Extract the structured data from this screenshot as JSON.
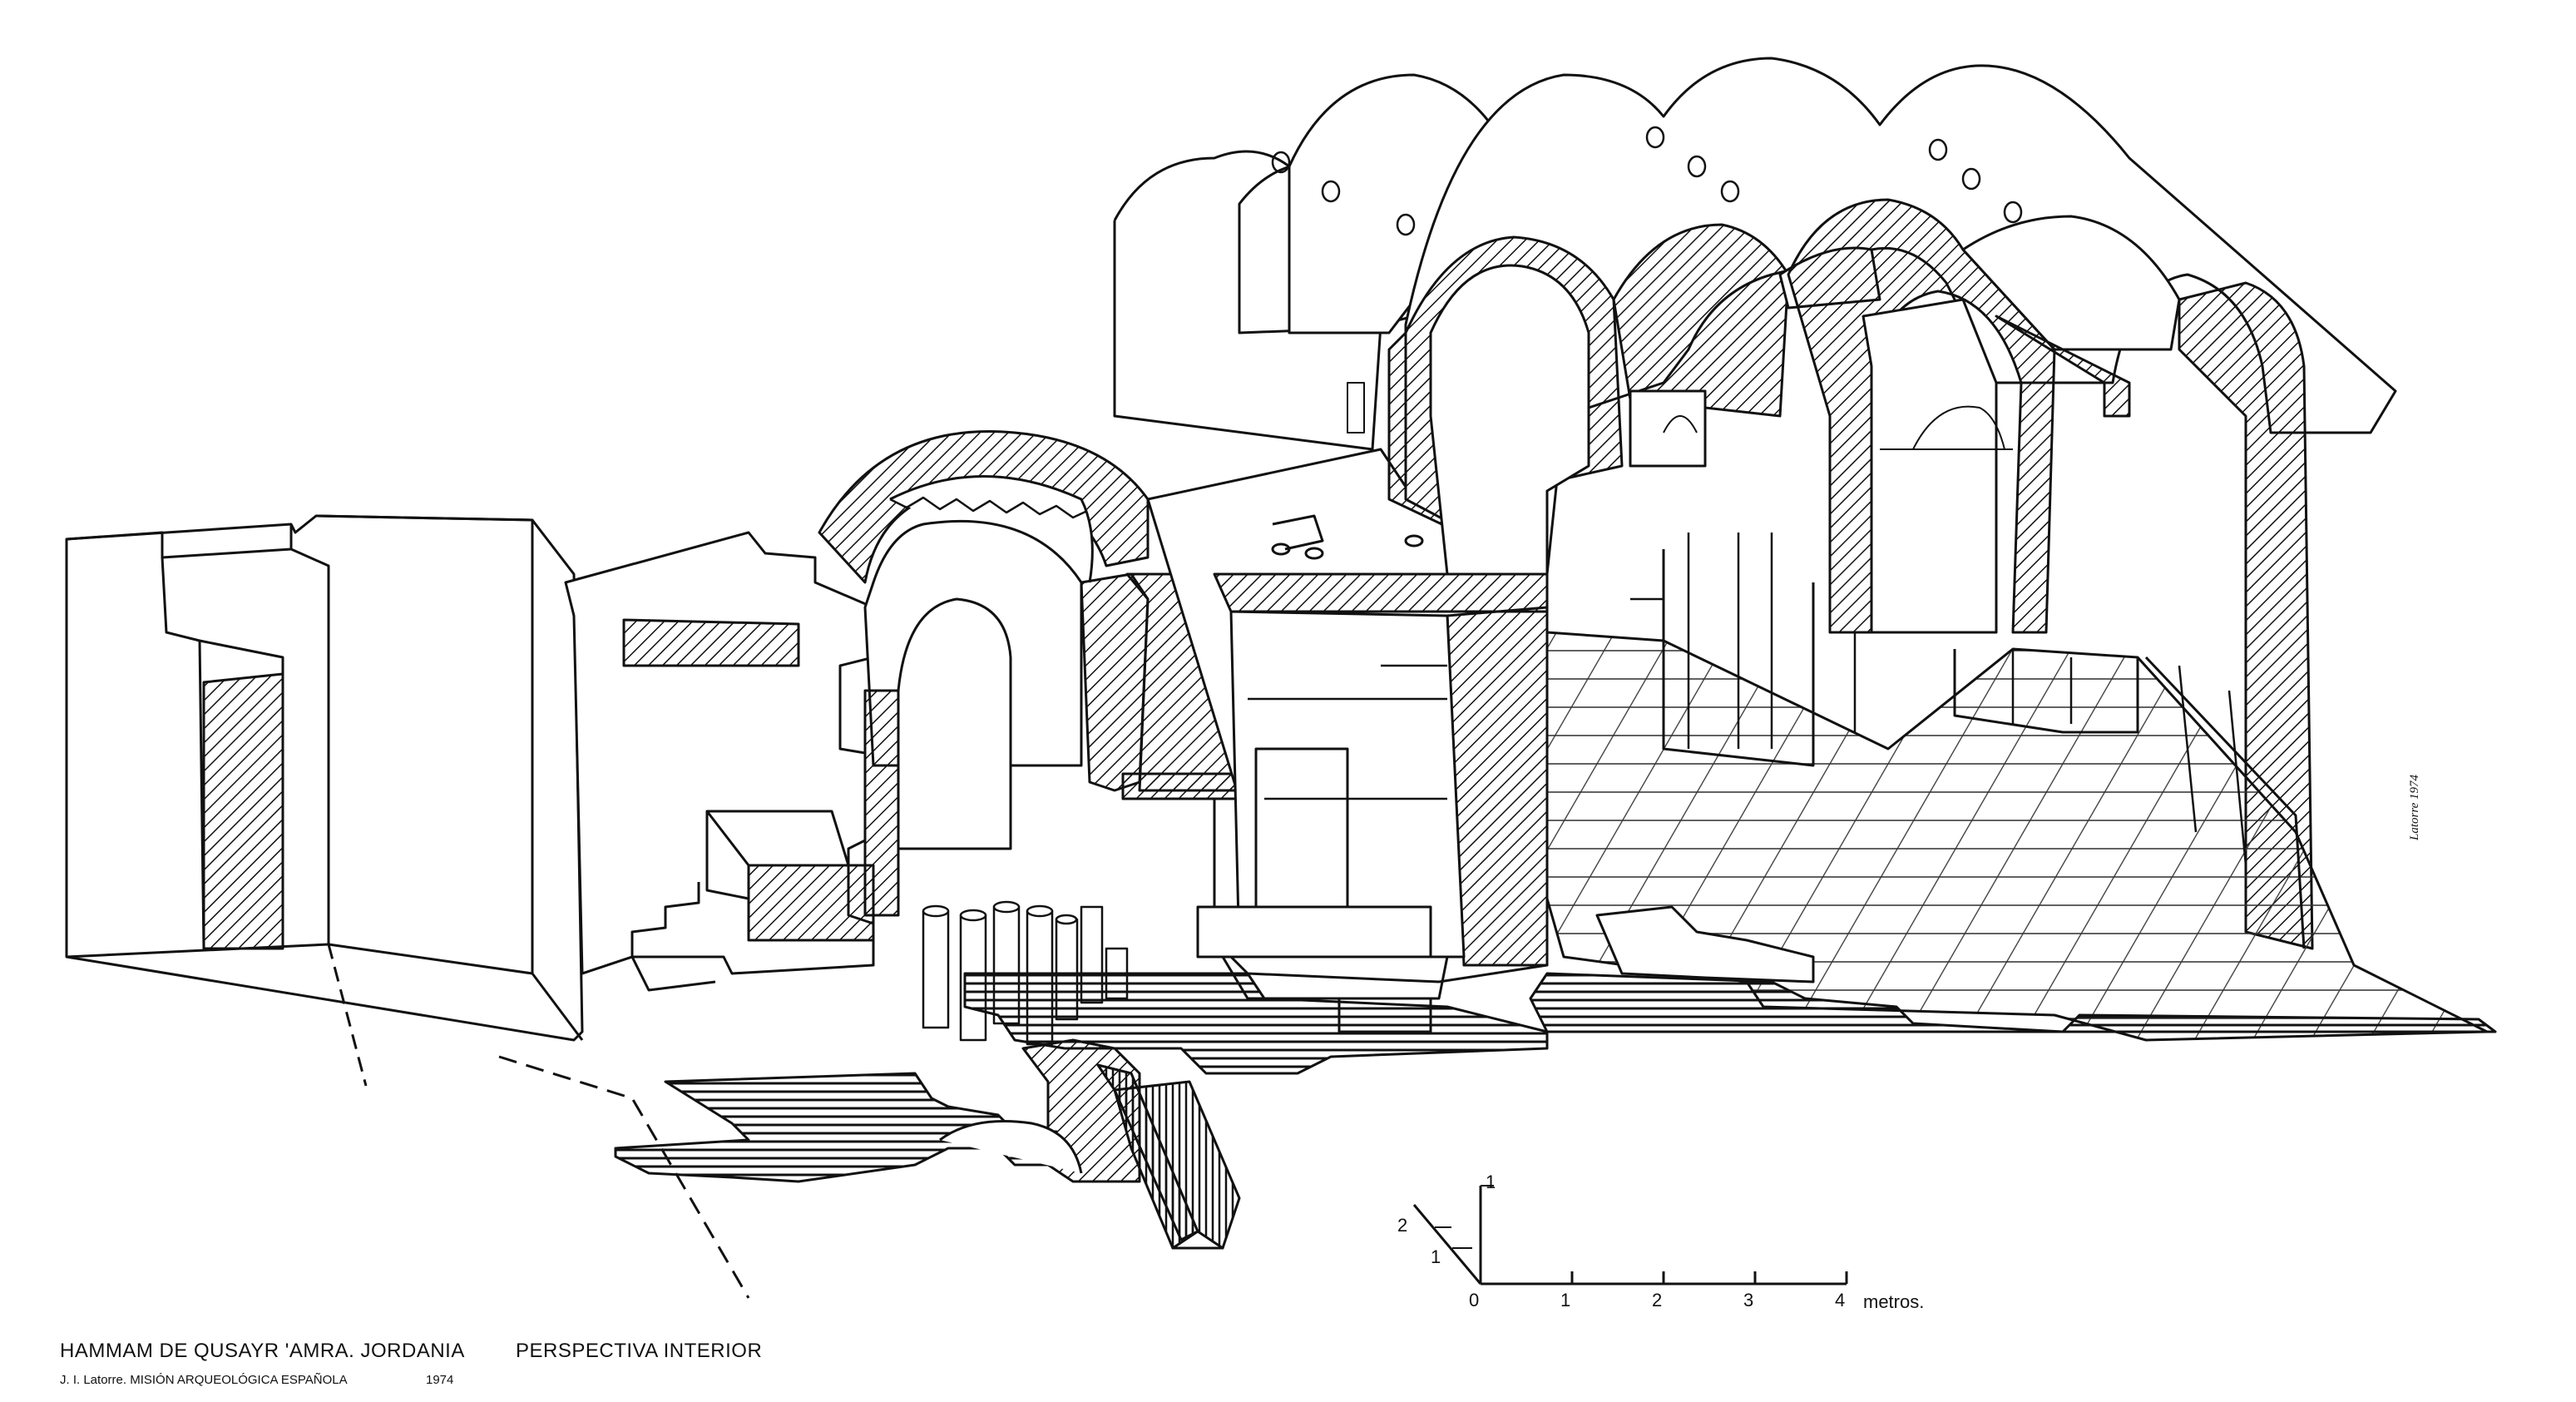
{
  "caption": {
    "title": "HAMMAM DE QUSAYR 'AMRA. JORDANIA",
    "subtitle": "PERSPECTIVA INTERIOR",
    "author": "J. I. Latorre.  MISIÓN ARQUEOLÓGICA ESPAÑOLA",
    "year": "1974"
  },
  "scale": {
    "ticks": [
      "0",
      "1",
      "2",
      "3",
      "4"
    ],
    "unit": "metros.",
    "vertical": "1",
    "depth_2": "2",
    "depth_1": "1"
  },
  "signature": "Latorre 1974",
  "colors": {
    "ink": "#111111",
    "paper": "#ffffff"
  }
}
